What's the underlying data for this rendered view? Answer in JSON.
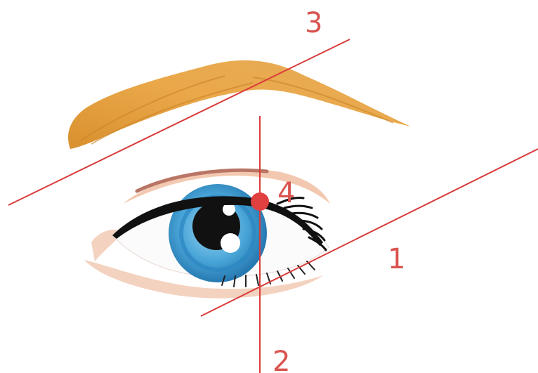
{
  "labels": {
    "line1": "1",
    "line2": "2",
    "line3": "3",
    "point4": "4"
  },
  "colors": {
    "guide_line": "#d93b3b",
    "point_marker": "#e04040",
    "eyebrow": "#e0a040",
    "iris": "#4aa6d8",
    "pupil": "#111111",
    "skin_shadow": "#f0c4a8"
  }
}
